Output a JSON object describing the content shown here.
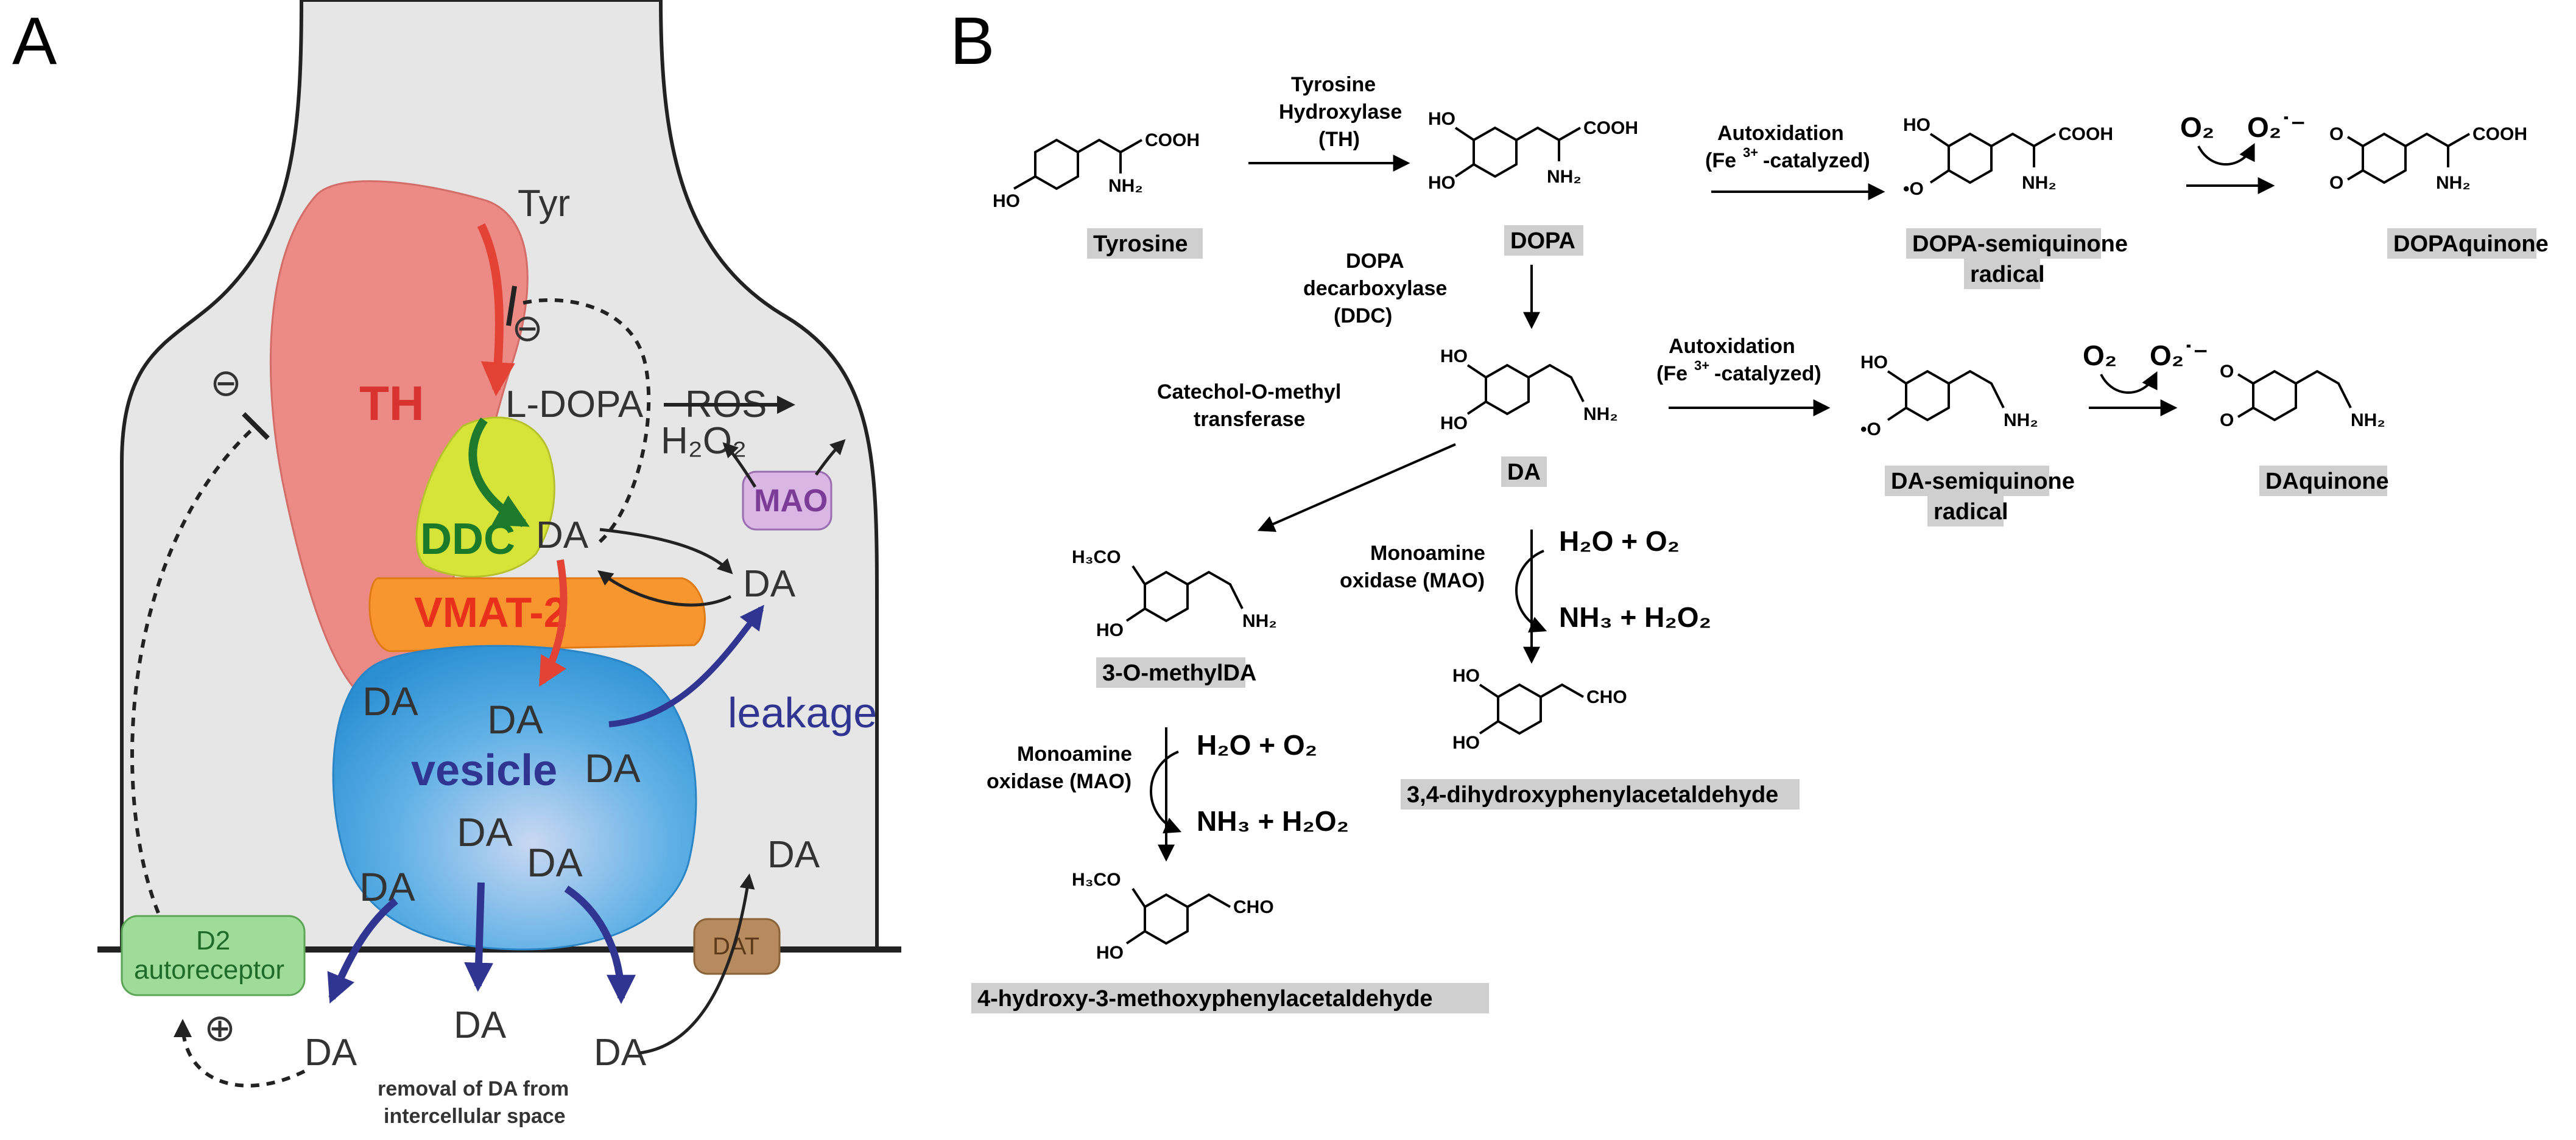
{
  "panel_a": {
    "letter": "A",
    "tyr": "Tyr",
    "th": "TH",
    "ldopa": "L-DOPA",
    "ros": "ROS",
    "h2o2": "H₂O₂",
    "ddc": "DDC",
    "da_cytosol": "DA",
    "mao": "MAO",
    "da_mao": "DA",
    "vmat2": "VMAT-2",
    "vesicle": "vesicle",
    "leakage": "leakage",
    "vesicle_da": [
      "DA",
      "DA",
      "DA",
      "DA",
      "DA",
      "DA"
    ],
    "dat": "DAT",
    "da_out_dat": "DA",
    "d2_line1": "D2",
    "d2_line2": "autoreceptor",
    "released_da": [
      "DA",
      "DA",
      "DA"
    ],
    "removal_line1": "removal of DA from",
    "removal_line2": "intercellular space",
    "inhibit_sign": "⊖",
    "activate_sign": "⊕",
    "colors": {
      "cell": "#e6e6e6",
      "th": "#ec8a86",
      "ddc": "#d6e43a",
      "vmat": "#f7962f",
      "vesicle": "#3ea2de",
      "mao": "#d9b6e4",
      "dat": "#b88b5e",
      "d2": "#9fdc9a",
      "blue_arrow": "#2f3591",
      "red_arrow": "#e34234",
      "green_arrow": "#1f7a2e"
    }
  },
  "panel_b": {
    "letter": "B",
    "compounds": {
      "tyrosine": "Tyrosine",
      "dopa": "DOPA",
      "dopa_semiquinone_1": "DOPA-semiquinone",
      "dopa_semiquinone_2": "radical",
      "dopaquinone": "DOPAquinone",
      "da": "DA",
      "da_semiquinone_1": "DA-semiquinone",
      "da_semiquinone_2": "radical",
      "daquinone": "DAquinone",
      "methylda": "3-O-methylDA",
      "dopal": "3,4-dihydroxyphenylacetaldehyde",
      "mopal": "4-hydroxy-3-methoxyphenylacetaldehyde"
    },
    "enzymes": {
      "th_1": "Tyrosine",
      "th_2": "Hydroxylase",
      "th_3": "(TH)",
      "ddc_1": "DOPA",
      "ddc_2": "decarboxylase",
      "ddc_3": "(DDC)",
      "autox_1": "Autoxidation",
      "autox_2a": "(Fe",
      "autox_2b": "3+",
      "autox_2c": "-catalyzed)",
      "comt_1": "Catechol-O-methyl",
      "comt_2": "transferase",
      "mao_1": "Monoamine",
      "mao_2": "oxidase (MAO)"
    },
    "reagents": {
      "o2": "O₂",
      "o2_radical": "O₂˙⁻",
      "h2o_o2": "H₂O + O₂",
      "nh3_h2o2": "NH₃ + H₂O₂"
    },
    "atoms": {
      "cooh": "COOH",
      "nh2": "NH₂",
      "ho": "HO",
      "o": "O",
      "h3co": "H₃CO",
      "cho": "CHO",
      "radical_o": "•O"
    }
  }
}
